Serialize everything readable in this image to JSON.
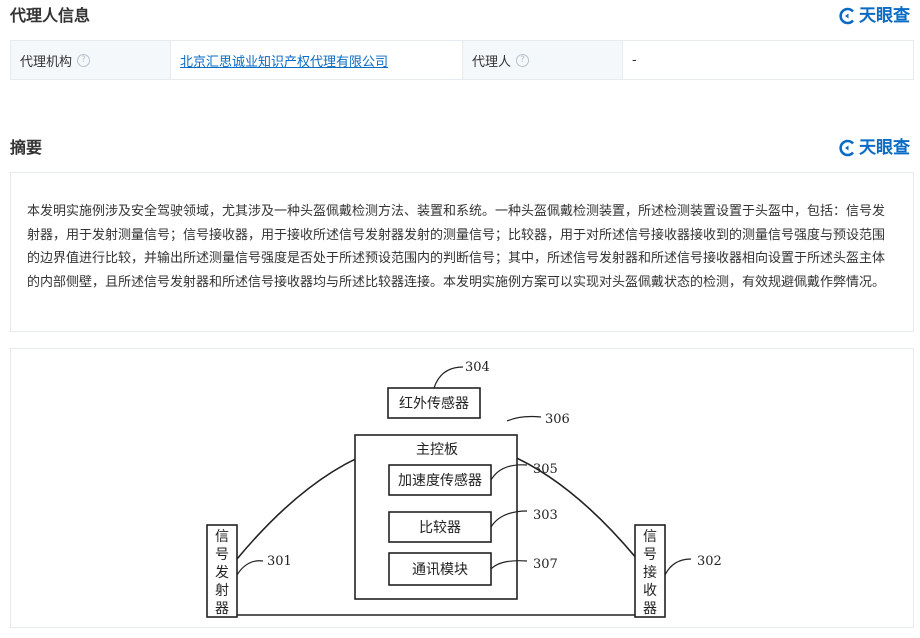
{
  "agent_section": {
    "title": "代理人信息",
    "brand": "天眼查",
    "agency_label": "代理机构",
    "agency_value": "北京汇思诚业知识产权代理有限公司",
    "agent_label": "代理人",
    "agent_value": "-",
    "help_glyph": "?"
  },
  "abstract_section": {
    "title": "摘要",
    "brand": "天眼查",
    "text": "本发明实施例涉及安全驾驶领域，尤其涉及一种头盔佩戴检测方法、装置和系统。一种头盔佩戴检测装置，所述检测装置设置于头盔中，包括：信号发射器，用于发射测量信号；信号接收器，用于接收所述信号发射器发射的测量信号；比较器，用于对所述信号接收器接收到的测量信号强度与预设范围的边界值进行比较，并输出所述测量信号强度是否处于所述预设范围内的判断信号；其中，所述信号发射器和所述信号接收器相向设置于所述头盔主体的内部侧壁，且所述信号发射器和所述信号接收器均与所述比较器连接。本发明实施例方案可以实现对头盔佩戴状态的检测，有效规避佩戴作弊情况。"
  },
  "figure": {
    "sensor_label": "红外传感器",
    "sensor_num": "304",
    "helmet_num": "306",
    "board_label": "主控板",
    "accel_label": "加速度传感器",
    "accel_num": "305",
    "comparator_label": "比较器",
    "comparator_num": "303",
    "comm_label": "通讯模块",
    "comm_num": "307",
    "transmitter_chars": [
      "信",
      "号",
      "发",
      "射",
      "器"
    ],
    "transmitter_num": "301",
    "receiver_chars": [
      "信",
      "号",
      "接",
      "收",
      "器"
    ],
    "receiver_num": "302"
  },
  "colors": {
    "brand": "#0a6bc5",
    "link": "#0a6bc5",
    "border": "#e6ebf0",
    "label_bg": "#f5f8fb"
  }
}
